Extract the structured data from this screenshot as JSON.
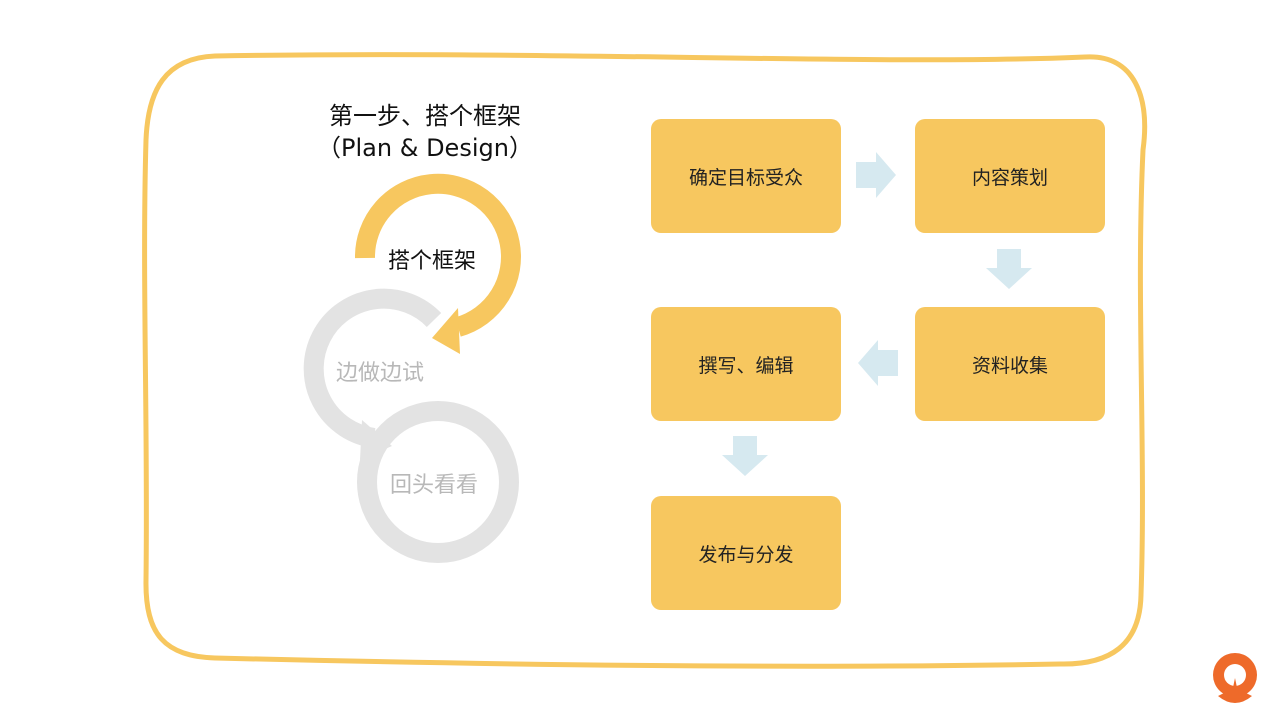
{
  "title": {
    "line1": "第一步、搭个框架",
    "line2": "（Plan & Design）"
  },
  "cycle": {
    "active": "搭个框架",
    "step2": "边做边试",
    "step3": "回头看看"
  },
  "flow": {
    "steps": [
      "确定目标受众",
      "内容策划",
      "资料收集",
      "撰写、编辑",
      "发布与分发"
    ]
  },
  "colors": {
    "accent": "#f7c75f",
    "arrow": "#d6e9f0",
    "inactive": "#e3e3e3",
    "logo": "#ee6a2a"
  }
}
